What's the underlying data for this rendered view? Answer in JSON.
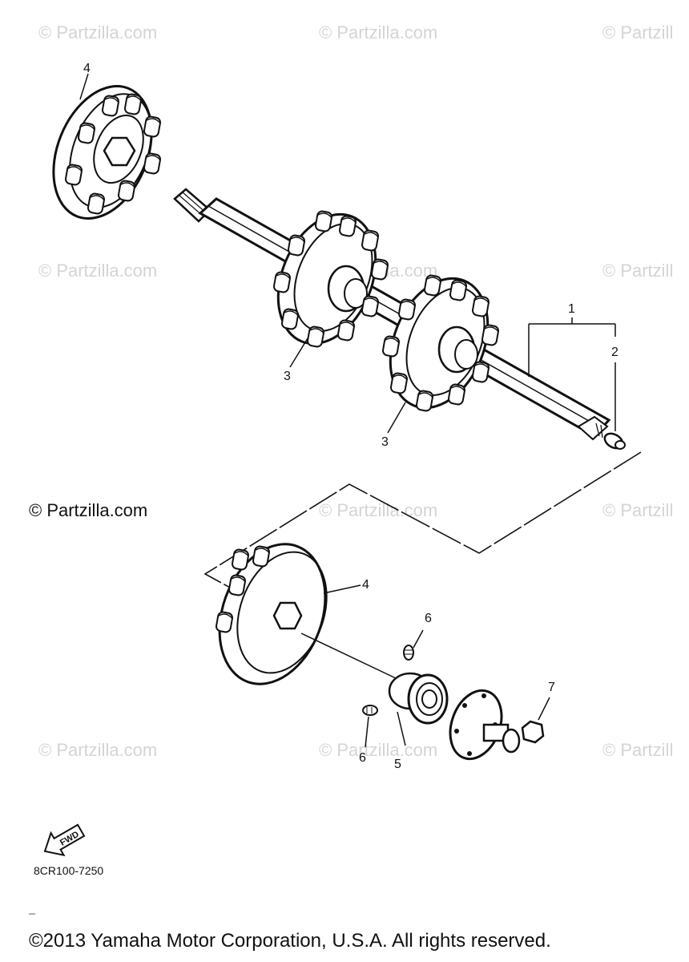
{
  "watermark": "© Partzilla.com",
  "watermark_partial": "© Partzill",
  "watermark_strong": "© Partzilla.com",
  "callouts": {
    "c1": "1",
    "c2": "2",
    "c3a": "3",
    "c3b": "3",
    "c4a": "4",
    "c4b": "4",
    "c5": "5",
    "c6a": "6",
    "c6b": "6",
    "c7": "7"
  },
  "fwd_label": "FWD",
  "diagram_code": "8CR100-7250",
  "copyright": "©2013 Yamaha Motor Corporation, U.S.A. All rights reserved."
}
